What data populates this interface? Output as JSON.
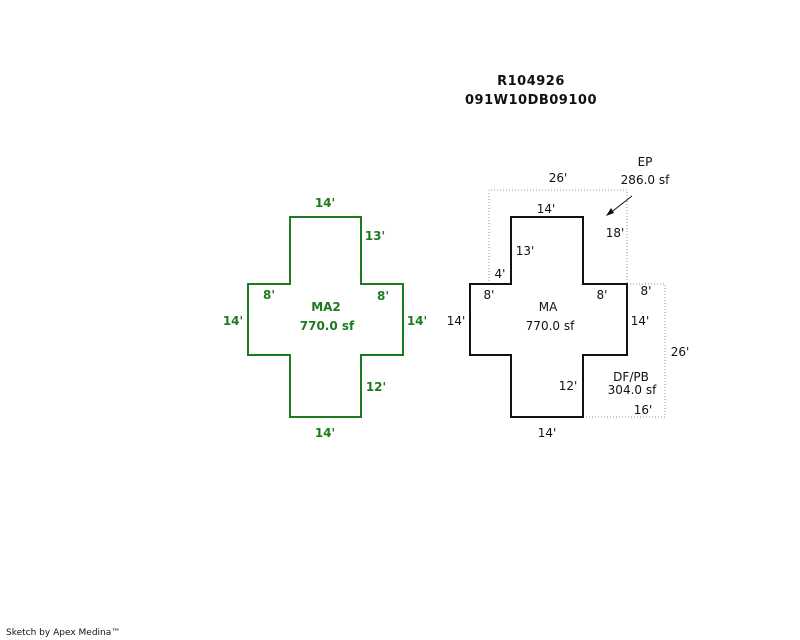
{
  "header": {
    "parcel_id": "R104926",
    "map_tax_lot": "091W10DB09100"
  },
  "ma2": {
    "name": "MA2",
    "area": "770.0 sf",
    "color": "#1e7a1e",
    "dims": {
      "top": "14'",
      "upper_right_vertical": "13'",
      "left_arm_top": "8'",
      "right_arm_top": "8'",
      "left_side": "14'",
      "right_side": "14'",
      "lower_right_vertical": "12'",
      "bottom": "14'"
    }
  },
  "ma": {
    "name": "MA",
    "area": "770.0 sf",
    "color": "#111111",
    "dims": {
      "top": "14'",
      "upper_left_vertical": "13'",
      "left_arm_top": "8'",
      "right_arm_top": "8'",
      "left_side": "14'",
      "right_side": "14'",
      "lower_right_vertical": "12'",
      "bottom": "14'",
      "small_offset": "4'"
    }
  },
  "ep": {
    "name": "EP",
    "area": "286.0 sf",
    "dims": {
      "top": "26'",
      "right_vertical": "18'"
    }
  },
  "dfpb": {
    "name": "DF/PB",
    "area": "304.0 sf",
    "dims": {
      "top": "8'",
      "right_vertical": "26'",
      "bottom": "16'"
    }
  },
  "footer": {
    "credit": "Sketch by Apex Medina™"
  }
}
